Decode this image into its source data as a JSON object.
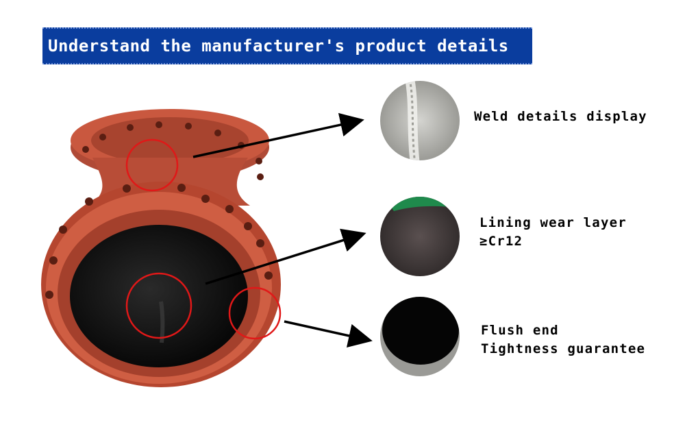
{
  "header": {
    "title": "Understand the manufacturer's product details"
  },
  "callouts": [
    {
      "label_lines": [
        "Weld details display"
      ]
    },
    {
      "label_lines": [
        "Lining wear layer",
        "≥Cr12"
      ]
    },
    {
      "label_lines": [
        "Flush end",
        "Tightness guarantee"
      ]
    }
  ],
  "colors": {
    "banner": "#0a3d9e",
    "pipe": "#c0523d",
    "highlight_circle": "#e01818",
    "lining": "#141414"
  }
}
